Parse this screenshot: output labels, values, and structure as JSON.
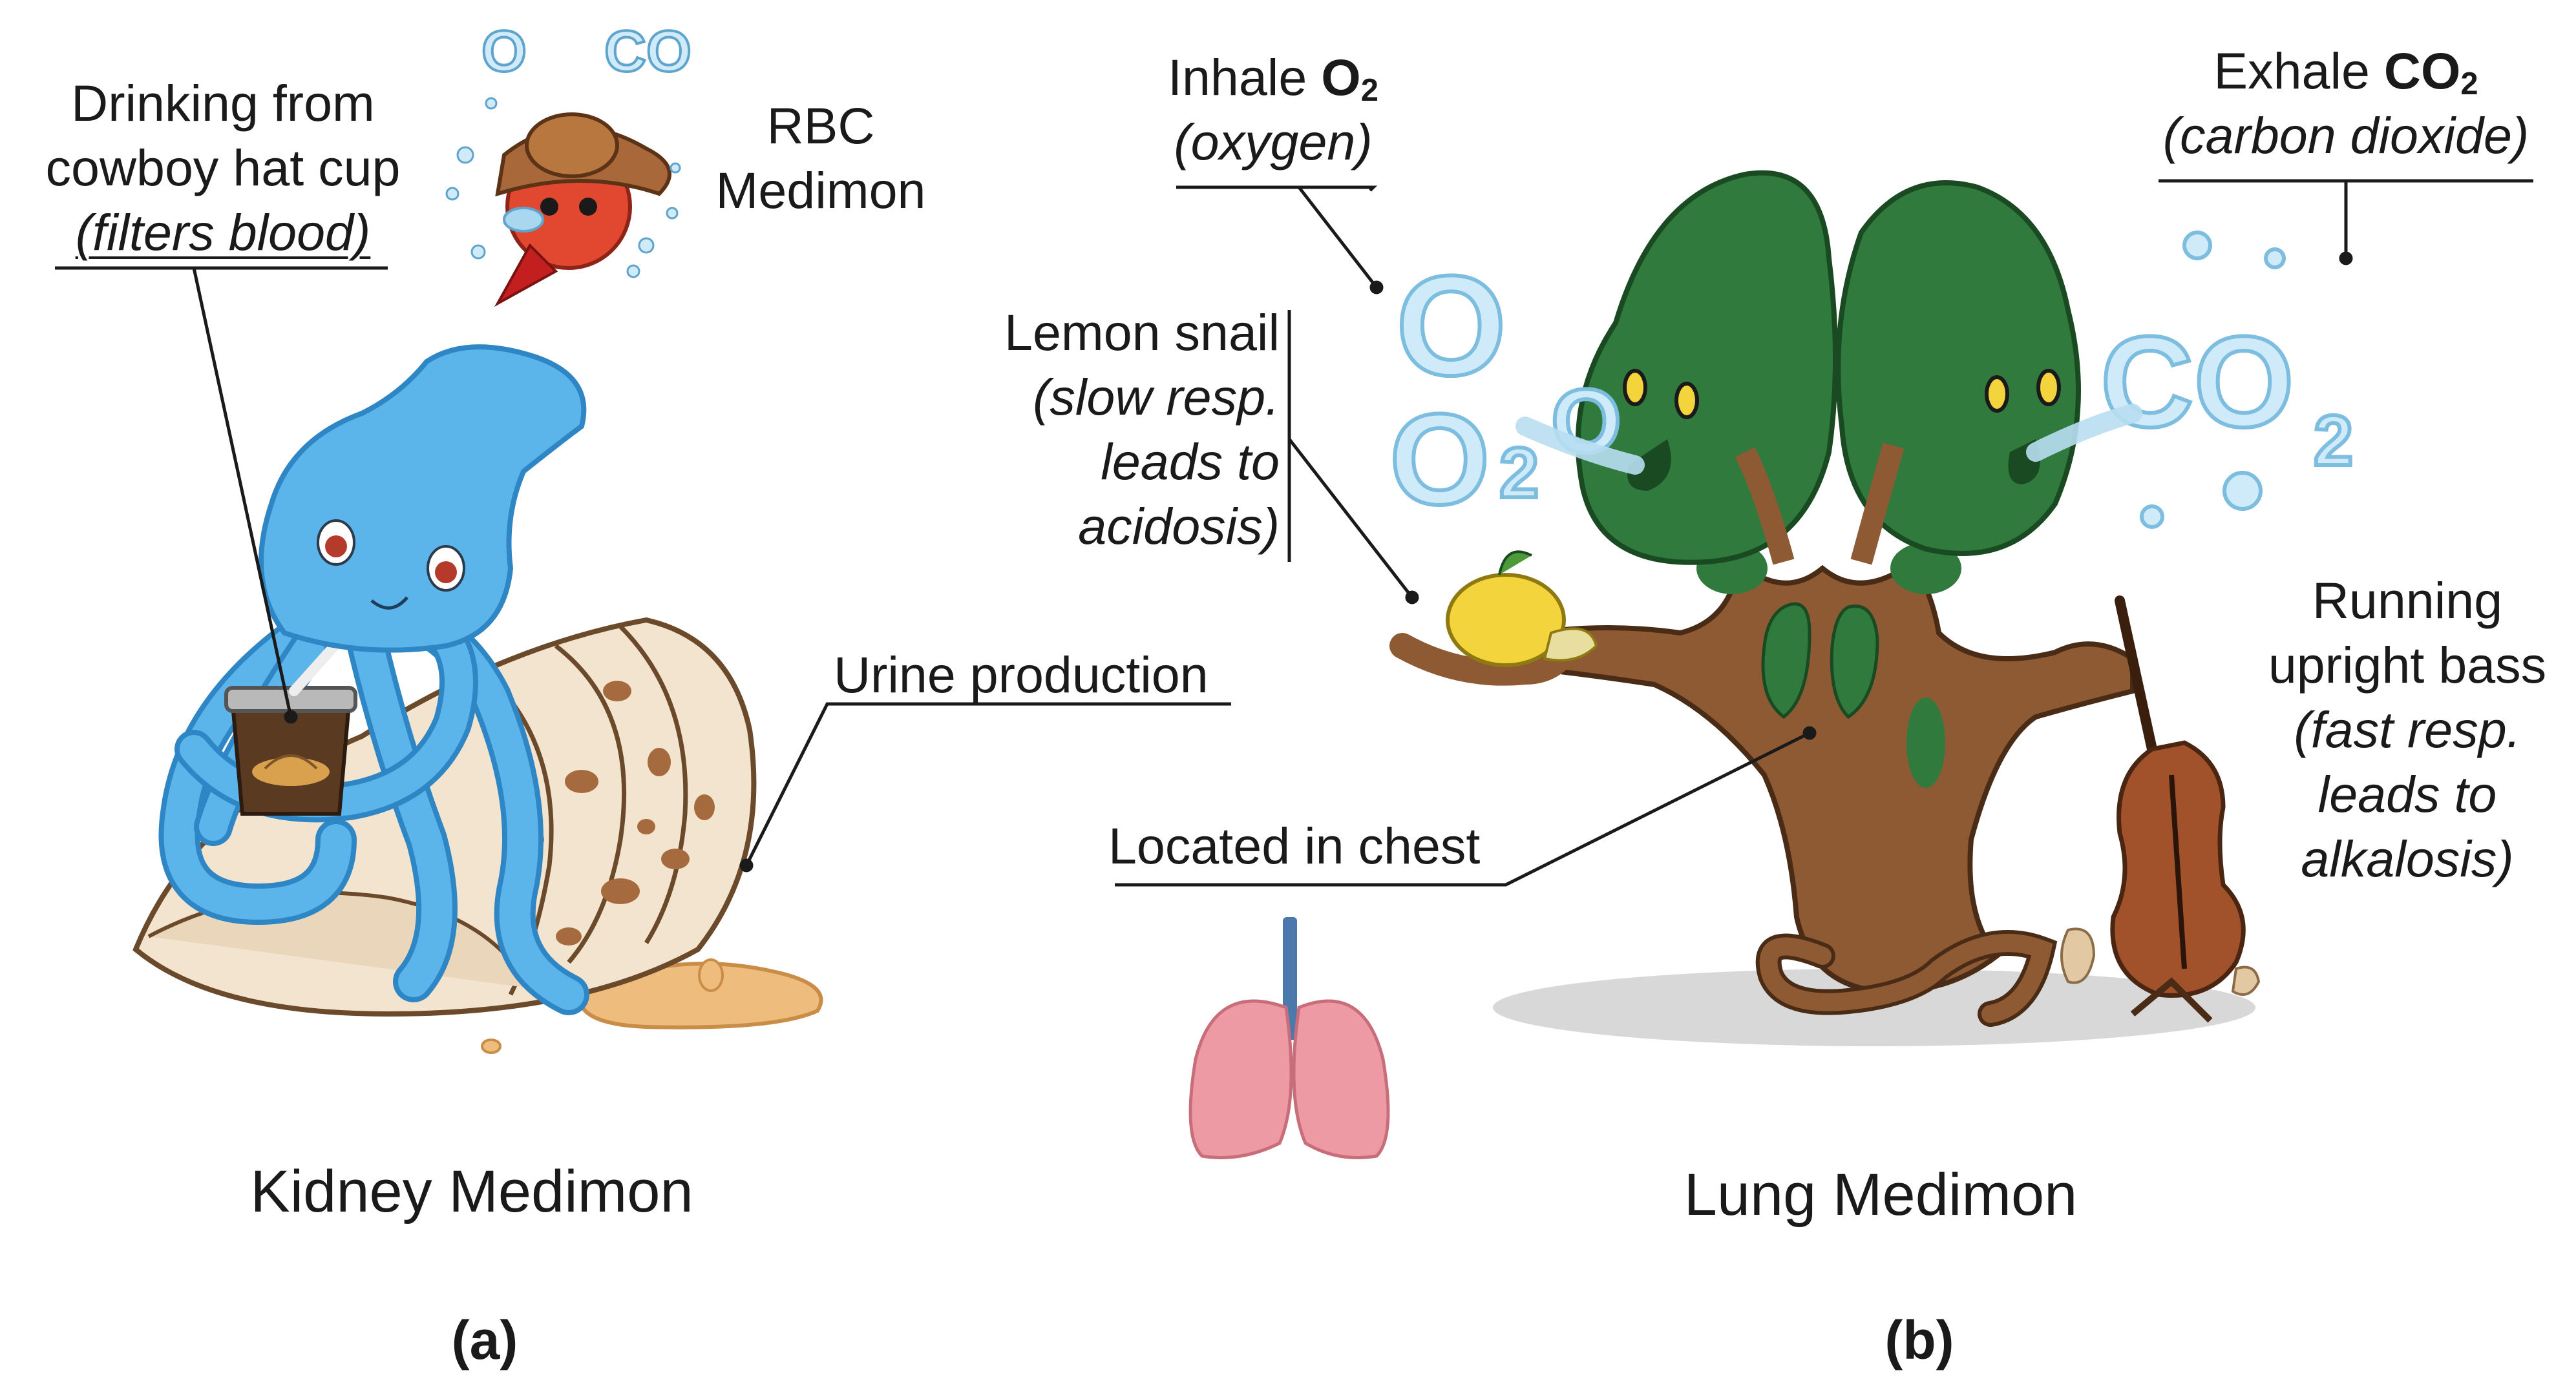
{
  "panel_a": {
    "label": "(a)",
    "caption": "Kidney Medimon",
    "labels": {
      "drinking_line1": "Drinking from",
      "drinking_line2": "cowboy hat cup",
      "drinking_line3": "(filters blood)",
      "rbc_line1": "RBC",
      "rbc_line2": "Medimon",
      "urine": "Urine production"
    }
  },
  "panel_b": {
    "label": "(b)",
    "caption": "Lung Medimon",
    "labels": {
      "inhale_word": "Inhale",
      "inhale_formula": "O",
      "inhale_sub": "2",
      "inhale_note": "(oxygen)",
      "exhale_word": "Exhale",
      "exhale_formula": "CO",
      "exhale_sub": "2",
      "exhale_note": "(carbon dioxide)",
      "snail_line1": "Lemon snail",
      "snail_line2": "(slow resp.",
      "snail_line3": "leads to",
      "snail_line4": "acidosis)",
      "chest": "Located in chest",
      "bass_line1": "Running",
      "bass_line2": "upright bass",
      "bass_line3": "(fast resp.",
      "bass_line4": "leads to",
      "bass_line5": "alkalosis)"
    }
  },
  "colors": {
    "octopus": "#5bb4ea",
    "octopus_dark": "#2f86c4",
    "shell": "#f3e4cf",
    "shell_spot": "#a56b3e",
    "urine": "#eebd7d",
    "rbc": "#e2472f",
    "hat": "#a8683a",
    "bubble": "#a9d7ef",
    "foliage": "#2f7a3c",
    "trunk": "#8e5a34",
    "lemon": "#f4d43c",
    "violin": "#a2522a",
    "lung": "#ee9aa5",
    "trachea": "#4a79ad"
  }
}
